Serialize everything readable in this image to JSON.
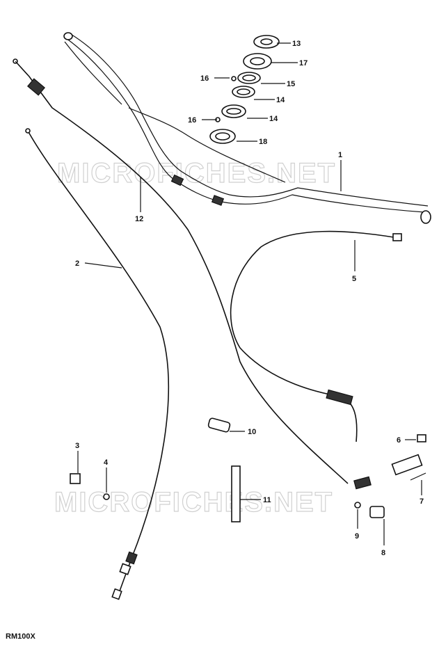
{
  "diagram": {
    "model_code": "RM100X",
    "watermarks": [
      "MICROFICHES.NET",
      "MICROFICHES.NET"
    ],
    "callouts": [
      {
        "id": "c13",
        "label": "13"
      },
      {
        "id": "c17",
        "label": "17"
      },
      {
        "id": "c16a",
        "label": "16"
      },
      {
        "id": "c15",
        "label": "15"
      },
      {
        "id": "c14a",
        "label": "14"
      },
      {
        "id": "c16b",
        "label": "16"
      },
      {
        "id": "c14b",
        "label": "14"
      },
      {
        "id": "c18",
        "label": "18"
      },
      {
        "id": "c1",
        "label": "1"
      },
      {
        "id": "c12",
        "label": "12"
      },
      {
        "id": "c5",
        "label": "5"
      },
      {
        "id": "c2",
        "label": "2"
      },
      {
        "id": "c10",
        "label": "10"
      },
      {
        "id": "c6",
        "label": "6"
      },
      {
        "id": "c3",
        "label": "3"
      },
      {
        "id": "c4",
        "label": "4"
      },
      {
        "id": "c11",
        "label": "11"
      },
      {
        "id": "c7",
        "label": "7"
      },
      {
        "id": "c9",
        "label": "9"
      },
      {
        "id": "c8",
        "label": "8"
      }
    ]
  }
}
